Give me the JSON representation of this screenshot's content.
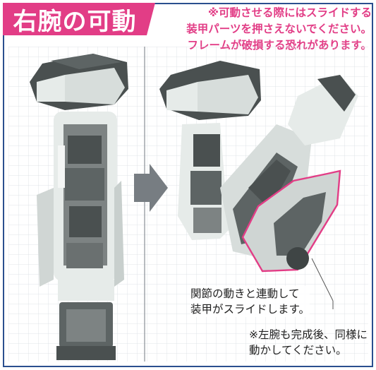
{
  "title": "右腕の可動",
  "caution": {
    "line1": "※可動させる際にはスライドする",
    "line2": "装甲パーツを押さえないでください。",
    "line3": "フレームが破損する恐れがあります。"
  },
  "callout": {
    "line1": "関節の動きと連動して",
    "line2": "装甲がスライドします。"
  },
  "footnote": {
    "line1": "※左腕も完成後、同様に",
    "line2": "動かしてください。"
  },
  "colors": {
    "accent": "#e23d86",
    "border": "#2a4f8e",
    "armor_dark": "#4a5050",
    "armor_light": "#e6ebe9",
    "frame_mid": "#7d8383"
  }
}
